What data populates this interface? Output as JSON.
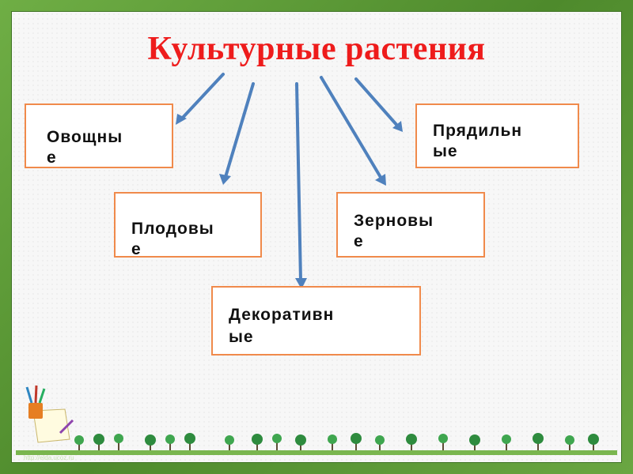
{
  "title": "Культурные растения",
  "boxes": {
    "vegetable": {
      "line1": "Овощны",
      "line2": "е"
    },
    "fiber": {
      "line1": "Прядильн",
      "line2": "ые"
    },
    "fruit": {
      "line1": "Плодовы",
      "line2": "е"
    },
    "grain": {
      "line1": "Зерновы",
      "line2": "е"
    },
    "decorative": {
      "line1": "Декоративн",
      "line2": "ые"
    }
  },
  "colors": {
    "title": "#ee1c1c",
    "box_border": "#f08a4b",
    "arrow": "#4f81bd",
    "frame": "#5c9a3a"
  },
  "footer": {
    "url": "http://elda.ucoz.ru"
  }
}
